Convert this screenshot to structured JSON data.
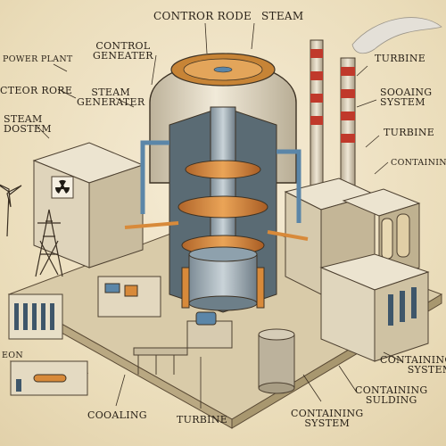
{
  "labels": {
    "control_rode_top": "CONTROR RODE",
    "steam_top": "STEAM",
    "power_plant": "POWER PLANT",
    "control_generater": "CONTROL\nGENEATER",
    "turbine_top_right": "TURBINE",
    "reactor_rore": "CTEOR RORE",
    "steam_generater": "STEAM\nGENERATER",
    "soaking_system": "SOOAING\nSYSTEM",
    "steam_left": "STEAM\nDOSTEM",
    "turbine_right": "TURBINE",
    "containing_right": "CONTAINING",
    "eon_left": "EON",
    "containing_system_right": "CONTAINING\nSYSTEM",
    "coolaling_bottom": "COOALING",
    "turbine_bottom": "TURBINE",
    "containing_system_bottom": "CONTAINING\nSYSTEM",
    "containing_sulding": "CONTAINING\nSULDING"
  },
  "colors": {
    "background": "#efe3c7",
    "ink": "#2a2218",
    "dome": "#e9e1cf",
    "core_orange": "#d88a3a",
    "pipe_blue": "#5b86a8",
    "building": "#e5dcc6",
    "stack_red": "#c0392b"
  },
  "icons": {
    "radiation": "radiation-icon",
    "pylon": "power-pylon-icon",
    "wind_turbine": "wind-turbine-icon"
  }
}
